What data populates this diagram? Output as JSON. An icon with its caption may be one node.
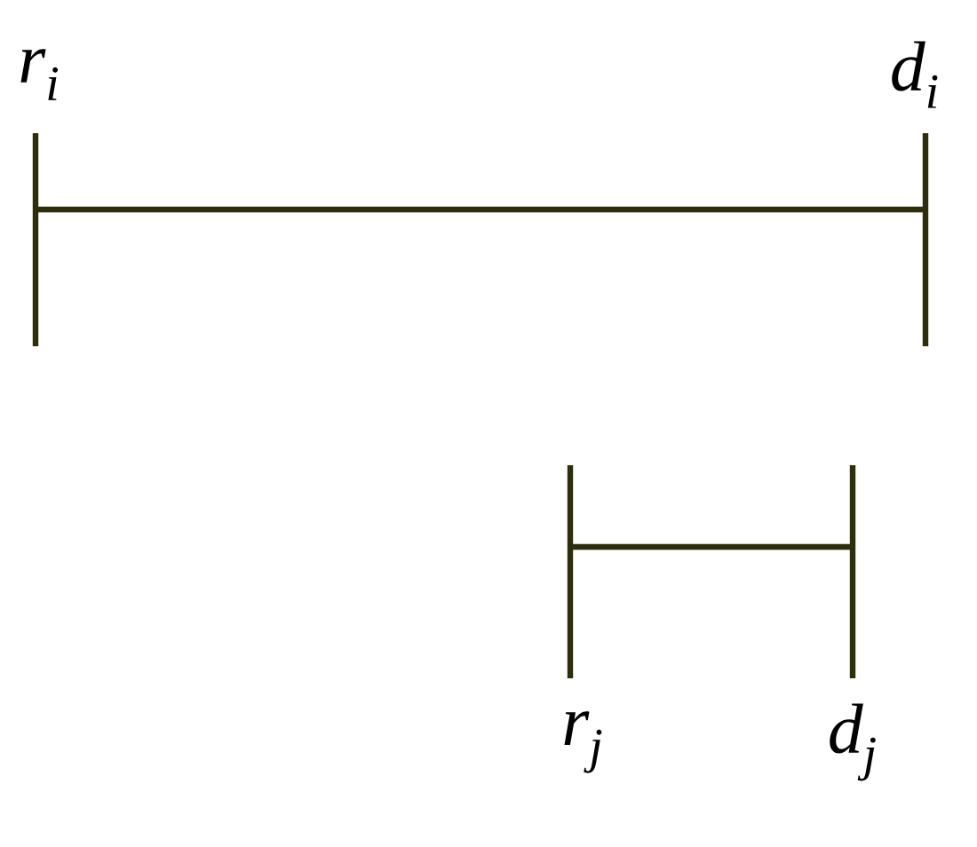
{
  "diagram": {
    "labels": [
      "r$_{i}$",
      "d$_{i}$",
      "r$_{j}$",
      "d$_{j}$"
    ]
  }
}
